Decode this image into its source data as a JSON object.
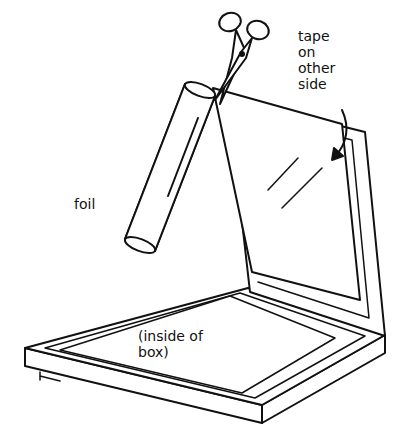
{
  "diagram": {
    "labels": [
      "foil",
      "tape on other side",
      "(inside of box)"
    ]
  }
}
